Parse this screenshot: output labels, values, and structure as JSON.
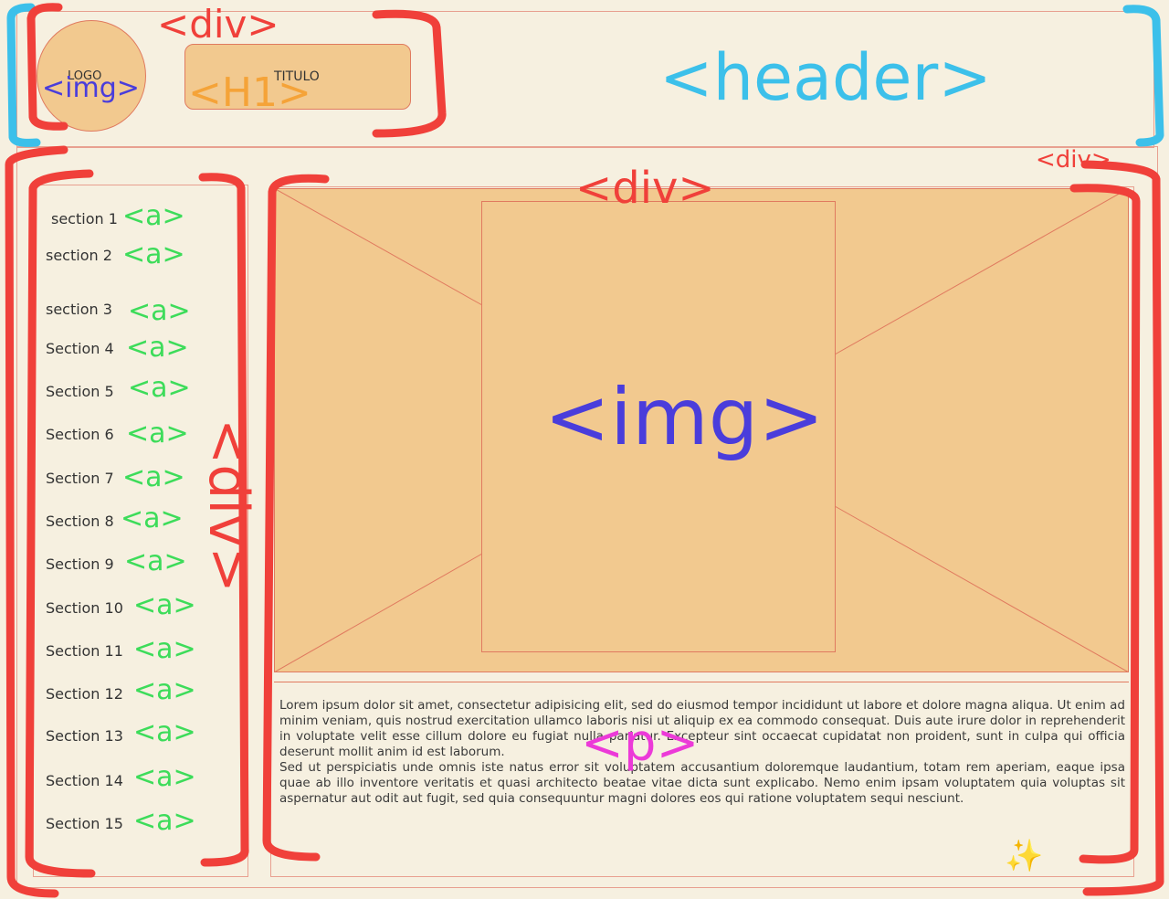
{
  "header": {
    "tag": "<header>",
    "logo_text": "LOGO",
    "logo_tag": "<img>",
    "title_text": "TITULO",
    "title_tag": "<H1>",
    "logo_wrap_tag": "<div>"
  },
  "sidebar": {
    "wrap_tag": "<div>",
    "link_tag": "<a>",
    "items": [
      "section 1",
      "section 2",
      "section 3",
      "Section 4",
      "Section 5",
      "Section 6",
      "Section 7",
      "Section 8",
      "Section 9",
      "Section 10",
      "Section 11",
      "Section 12",
      "Section 13",
      "Section 14",
      "Section 15"
    ]
  },
  "main": {
    "outer_tag": "<div>",
    "inner_tag": "<div>",
    "image_tag": "<img>",
    "paragraph_tag": "<p>",
    "paragraph_1": "Lorem ipsum dolor sit amet, consectetur adipisicing elit, sed do eiusmod tempor incididunt ut labore et dolore magna aliqua. Ut enim ad minim veniam, quis nostrud exercitation ullamco laboris nisi ut aliquip ex ea commodo consequat. Duis aute irure dolor in reprehenderit in voluptate velit esse cillum dolore eu fugiat nulla pariatur. Excepteur sint occaecat cupidatat non proident, sunt in culpa qui officia deserunt mollit anim id est laborum.",
    "paragraph_2": "Sed ut perspiciatis unde omnis iste natus error sit voluptatem accusantium doloremque laudantium, totam rem aperiam, eaque ipsa quae ab illo inventore veritatis et quasi architecto beatae vitae dicta sunt explicabo. Nemo enim ipsam voluptatem quia voluptas sit aspernatur aut odit aut fugit, sed quia consequuntur magni dolores eos qui ratione voluptatem sequi nesciunt."
  },
  "colors": {
    "background": "#f6f0e0",
    "placeholder_fill": "#f2c98f",
    "outline": "#e07a5f",
    "marker_red": "#f0403a",
    "marker_blue": "#3cc0ea",
    "tag_img": "#4a3ddb",
    "tag_h1": "#f5a338",
    "tag_a": "#3ddc5a",
    "tag_p": "#ec3ad8"
  }
}
